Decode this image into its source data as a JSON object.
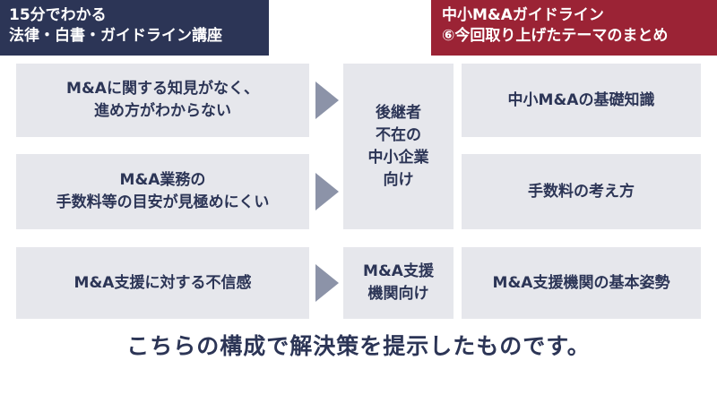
{
  "header_left": {
    "line1": "15分でわかる",
    "line2": "法律・白書・ガイドライン講座"
  },
  "header_right": {
    "line1": "中小M&Aガイドライン",
    "line2": "⑥今回取り上げたテーマのまとめ"
  },
  "problems": [
    {
      "lines": [
        "M&Aに関する知見がなく、",
        "進め方がわからない"
      ]
    },
    {
      "lines": [
        "M&A業務の",
        "手数料等の目安が見極めにくい"
      ]
    },
    {
      "lines": [
        "M&A支援に対する不信感"
      ]
    }
  ],
  "targets": [
    {
      "lines": [
        "後継者",
        "不在の",
        "中小企業",
        "向け"
      ]
    },
    {
      "lines": [
        "M&A支援",
        "機関向け"
      ]
    }
  ],
  "themes": [
    {
      "label": "中小M&Aの基礎知識"
    },
    {
      "label": "手数料の考え方"
    },
    {
      "label": "M&A支援機関の基本姿勢"
    }
  ],
  "conclusion": "こちらの構成で解決策を提示したものです。",
  "colors": {
    "navy": "#2c3556",
    "crimson": "#9b2335",
    "box_bg": "#e6e7ec",
    "arrow": "#8c93a8"
  }
}
